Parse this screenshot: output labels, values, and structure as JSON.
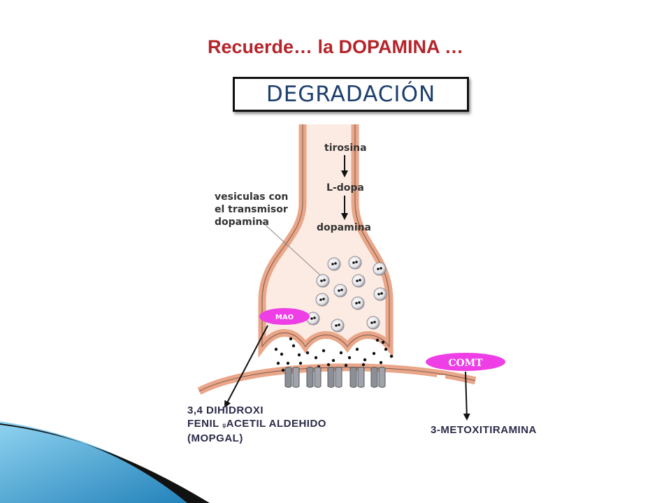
{
  "slide": {
    "title": "Recuerde… la DOPAMINA …",
    "boxed_title": "DEGRADACIÓN"
  },
  "diagram": {
    "labels": {
      "tirosina": "tirosina",
      "ldopa": "L-dopa",
      "dopamina": "dopamina",
      "vesiculas_line1": "vesiculas con",
      "vesiculas_line2": "el transmisor",
      "vesiculas_line3": "dopamina"
    },
    "enzymes": {
      "mao": "MAO",
      "comt": "COMT"
    },
    "products": {
      "mao_line1": "3,4 DIHIDROXI",
      "mao_line2_a": "FENIL ",
      "mao_line2_g": "g",
      "mao_line2_b": "ACETIL ALDEHIDO",
      "mao_line3": "(MOPGAL)",
      "comt": "3-METOXITIRAMINA"
    },
    "colors": {
      "membrane": "#e9a689",
      "membrane_fill": "#f9e6dc",
      "enzyme": "#ee3ee6",
      "title_red": "#b5242a",
      "title_blue": "#1d3f6e",
      "deco_blue": "#3aa6d8"
    }
  }
}
